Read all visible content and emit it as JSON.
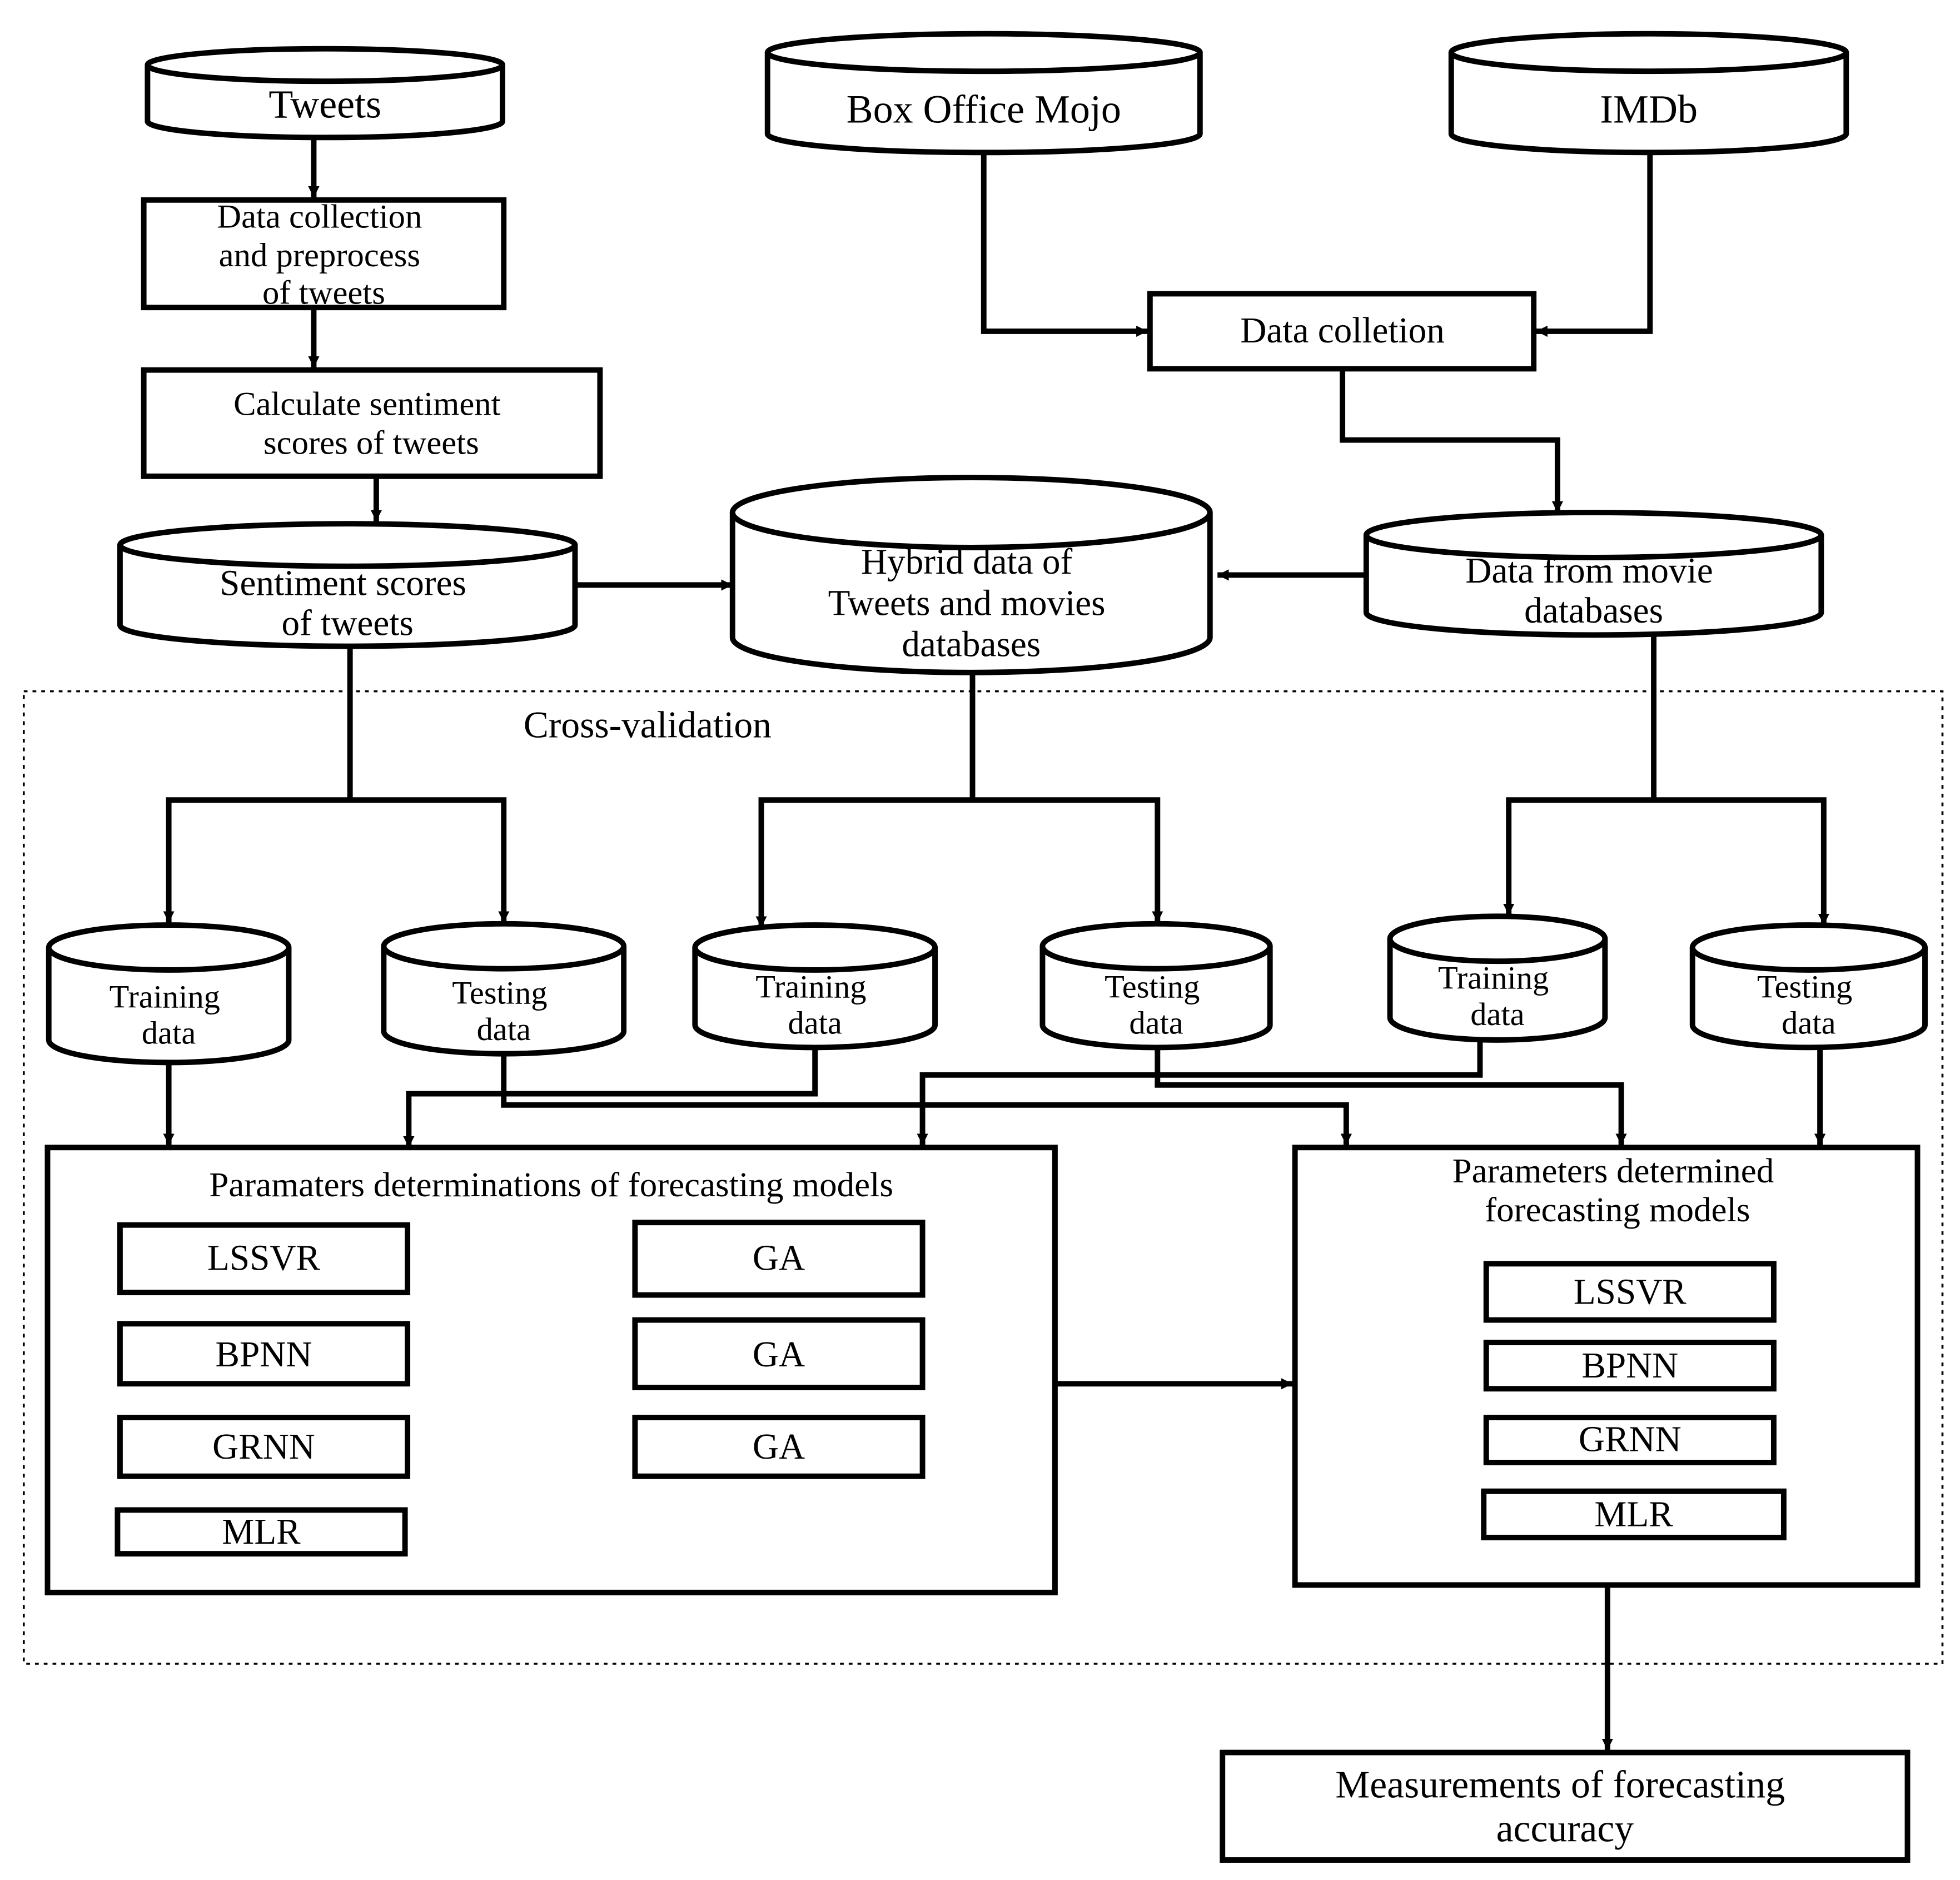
{
  "colors": {
    "stroke": "#000000",
    "background": "#ffffff",
    "text": "#000000"
  },
  "sources": {
    "tweets": "Tweets",
    "box_office_mojo": "Box Office Mojo",
    "imdb": "IMDb"
  },
  "processes": {
    "data_collection_preprocess": [
      "Data collection",
      "and preprocess",
      "of tweets"
    ],
    "calculate_sentiment": [
      "Calculate sentiment",
      "scores of tweets"
    ],
    "data_colletion": "Data colletion"
  },
  "stores": {
    "sentiment_scores": [
      "Sentiment scores",
      "of tweets"
    ],
    "hybrid_data": [
      "Hybrid data of",
      "Tweets and movies",
      "databases"
    ],
    "movie_databases": [
      "Data from movie",
      "databases"
    ]
  },
  "cross_validation": {
    "label": "Cross-validation",
    "splits": [
      {
        "training": [
          "Training",
          "data"
        ],
        "testing": [
          "Testing",
          "data"
        ]
      },
      {
        "training": [
          "Training",
          "data"
        ],
        "testing": [
          "Testing",
          "data"
        ]
      },
      {
        "training": [
          "Training",
          "data"
        ],
        "testing": [
          "Testing",
          "data"
        ]
      }
    ]
  },
  "param_determination": {
    "title": "Paramaters determinations of forecasting models",
    "models": [
      "LSSVR",
      "BPNN",
      "GRNN",
      "MLR"
    ],
    "optimizer": "GA"
  },
  "determined_models": {
    "title": [
      "Parameters determined",
      "forecasting models"
    ],
    "models": [
      "LSSVR",
      "BPNN",
      "GRNN",
      "MLR"
    ]
  },
  "measurement": [
    "Measurements of forecasting",
    "accuracy"
  ]
}
